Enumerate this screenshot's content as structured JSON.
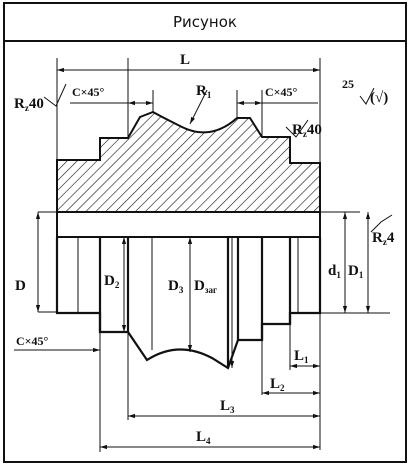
{
  "header": {
    "title": "Рисунок"
  },
  "drawing": {
    "dims": {
      "L": "L",
      "L1": "L",
      "L1_sub": "1",
      "L2": "L",
      "L2_sub": "2",
      "L3": "L",
      "L3_sub": "3",
      "L4": "L",
      "L4_sub": "4",
      "chamfer_top_left": "C×45°",
      "chamfer_top_right": "C×45°",
      "chamfer_bottom": "C×45°",
      "R1": "R",
      "R1_sub": "1",
      "D": "D",
      "D1": "D",
      "D1_sub": "1",
      "D2": "D",
      "D2_sub": "2",
      "D3": "D",
      "D3_sub": "3",
      "Dzag": "D",
      "Dzag_sub": "заг",
      "d1": "d",
      "d1_sub": "1"
    },
    "roughness": {
      "left": "R",
      "left_sub": "z",
      "left_val": "40",
      "right": "R",
      "right_sub": "z",
      "right_val": "40",
      "bore": "R",
      "bore_sub": "z",
      "bore_val": "4",
      "general_val": "25",
      "general_mark": "(√)"
    }
  }
}
